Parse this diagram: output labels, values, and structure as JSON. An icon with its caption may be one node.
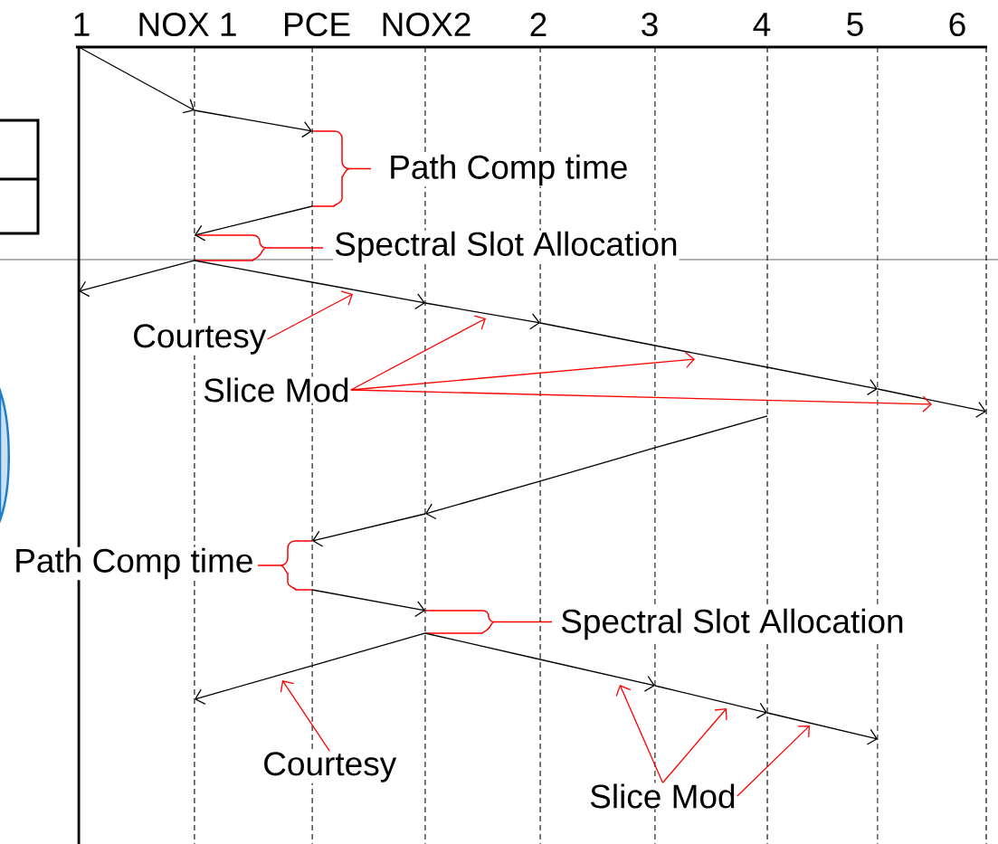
{
  "diagram": {
    "nodes": [
      {
        "text": [],
        "shape": "line"
      },
      {
        "text": [],
        "shape": "line"
      },
      {
        "text": [],
        "shape": "line"
      },
      {
        "text": [],
        "shape": "line"
      },
      {
        "text": [],
        "shape": "line"
      },
      {
        "text": [],
        "shape": "line"
      },
      {
        "text": [],
        "shape": "line"
      },
      {
        "text": [],
        "shape": "line"
      },
      {
        "text": [],
        "shape": "line"
      },
      {
        "text": [
          "Courtesy"
        ]
      },
      {
        "text": [
          "Slice Mod"
        ]
      },
      {
        "text": [
          "Courtesy"
        ]
      },
      {
        "text": [
          "Slice Mod"
        ]
      }
    ],
    "edges": [
      {
        "from": 0,
        "to": 1,
        "arrow": "to"
      },
      {
        "from": 1,
        "to": 2,
        "arrow": "to"
      },
      {
        "from": 2,
        "to": 1,
        "arrow": "to"
      },
      {
        "from": 1,
        "to": 0,
        "arrow": "to"
      },
      {
        "from": 1,
        "to": 2,
        "arrow": "none"
      },
      {
        "from": 2,
        "to": 3,
        "arrow": "to"
      },
      {
        "from": 3,
        "to": 4,
        "arrow": "to"
      },
      {
        "from": 4,
        "to": 5,
        "arrow": "none"
      },
      {
        "from": 5,
        "to": 6,
        "arrow": "none"
      },
      {
        "from": 6,
        "to": 7,
        "arrow": "to"
      },
      {
        "from": 7,
        "to": 8,
        "arrow": "to"
      },
      {
        "from": 6,
        "to": 5,
        "arrow": "none"
      },
      {
        "from": 5,
        "to": 4,
        "arrow": "none"
      },
      {
        "from": 4,
        "to": 3,
        "arrow": "to"
      },
      {
        "from": 3,
        "to": 2,
        "arrow": "to"
      },
      {
        "from": 2,
        "to": 3,
        "arrow": "to"
      },
      {
        "from": 3,
        "to": 2,
        "arrow": "none"
      },
      {
        "from": 2,
        "to": 1,
        "arrow": "to"
      },
      {
        "from": 3,
        "to": 4,
        "arrow": "none"
      },
      {
        "from": 4,
        "to": 5,
        "arrow": "to"
      },
      {
        "from": 5,
        "to": 6,
        "arrow": "to"
      },
      {
        "from": 6,
        "to": 7,
        "arrow": "to"
      },
      {
        "from": 9,
        "to": null,
        "arrow": "to",
        "color": "#ff0000"
      },
      {
        "from": 10,
        "to": null,
        "arrow": "to",
        "color": "#ff0000"
      },
      {
        "from": 10,
        "to": null,
        "arrow": "to",
        "color": "#ff0000"
      },
      {
        "from": 10,
        "to": null,
        "arrow": "to",
        "color": "#ff0000"
      },
      {
        "from": 11,
        "to": null,
        "arrow": "to",
        "color": "#ff0000"
      },
      {
        "from": 12,
        "to": null,
        "arrow": "to",
        "color": "#ff0000"
      },
      {
        "from": 12,
        "to": null,
        "arrow": "to",
        "color": "#ff0000"
      },
      {
        "from": 12,
        "to": null,
        "arrow": "to",
        "color": "#ff0000"
      }
    ],
    "labels": [
      "1",
      "NOX 1",
      "PCE",
      "NOX2",
      "2",
      "3",
      "4",
      "5",
      "6",
      "Path Comp time",
      "Spectral Slot Allocation",
      "Path Comp time",
      "Spectral Slot Allocation"
    ]
  }
}
